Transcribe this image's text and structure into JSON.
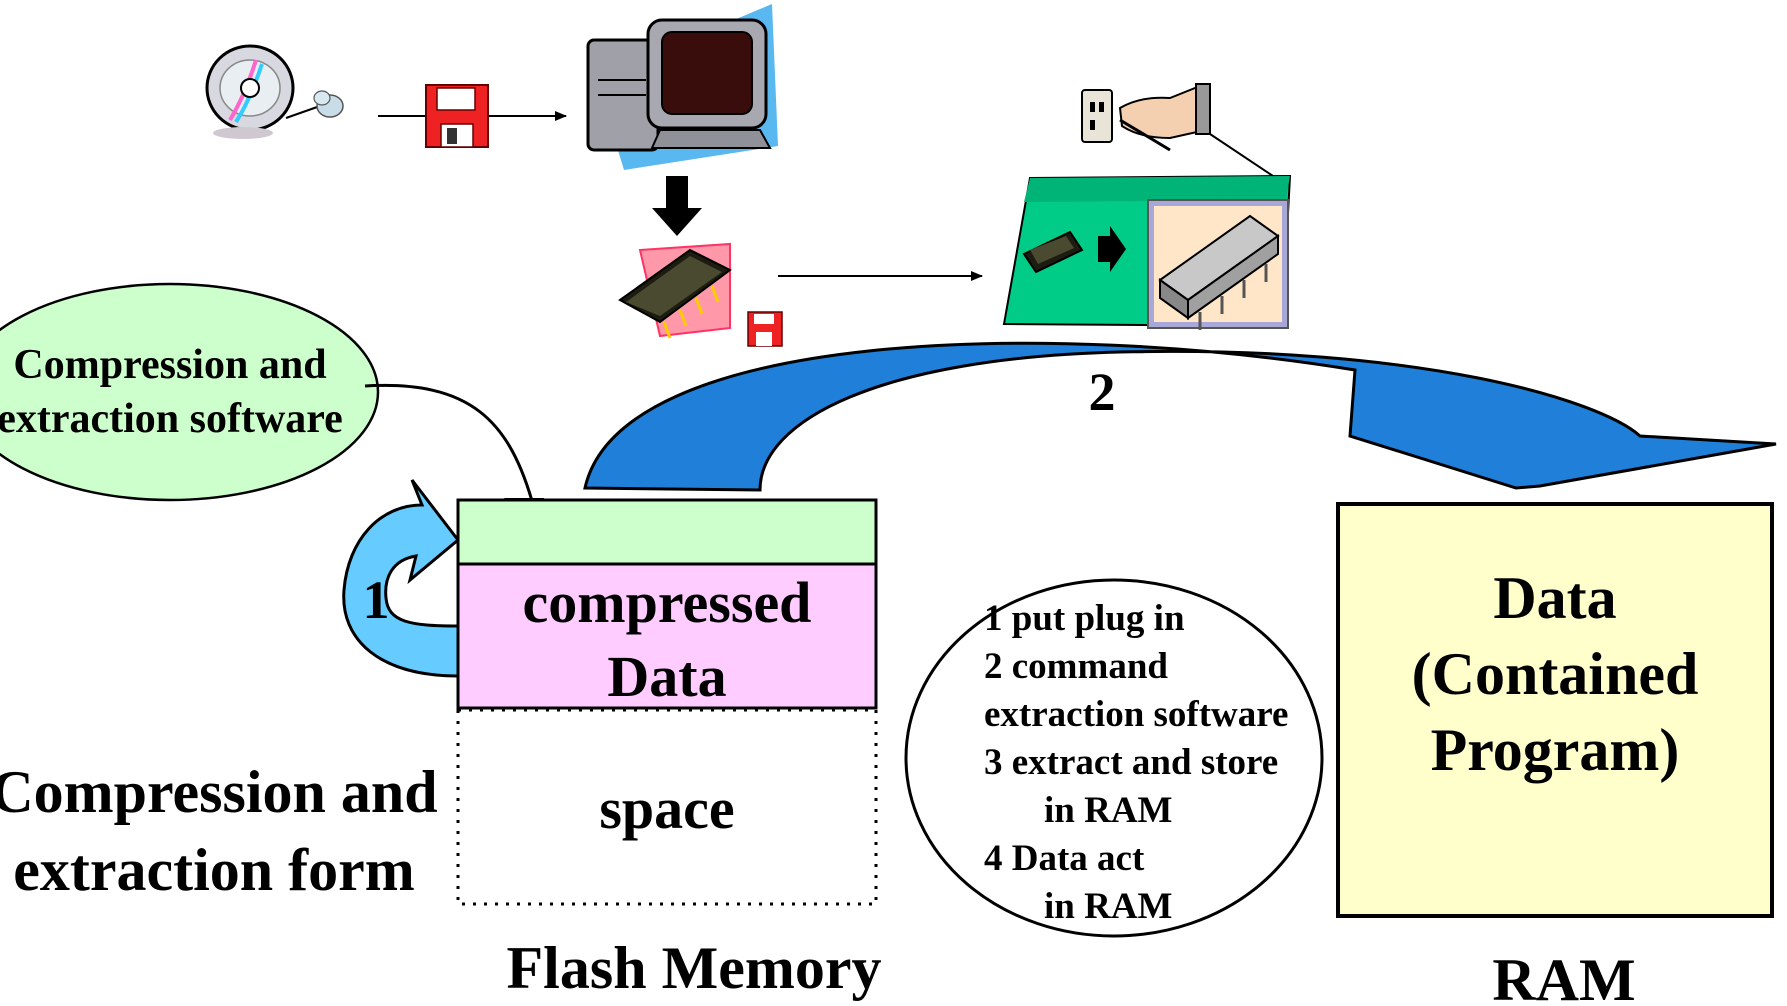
{
  "ellipse_note": [
    "Compression and",
    "extraction software"
  ],
  "flash_memory": {
    "compressed_line1": "compressed",
    "compressed_line2": "Data",
    "space": "space",
    "caption": "Flash Memory"
  },
  "compression_form": [
    "Compression and",
    "extraction form"
  ],
  "step_marker_1": "1",
  "step_marker_2": "2",
  "steps": [
    "1 put plug in",
    "2 command",
    "extraction software",
    "3 extract and store",
    "in RAM",
    "4 Data act",
    "in RAM"
  ],
  "ram": {
    "line1": "Data",
    "line2": "(Contained",
    "line3": "Program)",
    "caption": "RAM"
  },
  "icons": [
    "cd-disc-icon",
    "floppy-disk-icon",
    "desktop-computer-icon",
    "down-arrow-icon",
    "flash-chip-icon",
    "circuit-board-icon",
    "wall-outlet-icon",
    "hand-plug-icon",
    "ram-chip-icon"
  ],
  "colors": {
    "ellipse_fill": "#ccffcc",
    "flash_top_fill": "#ccffcc",
    "compressed_fill": "#ffccff",
    "ram_fill": "#ffffcc",
    "curved_arrow_fill": "#1f7fd9",
    "loop_arrow_fill": "#66ccff",
    "board_fill": "#00cc88"
  }
}
